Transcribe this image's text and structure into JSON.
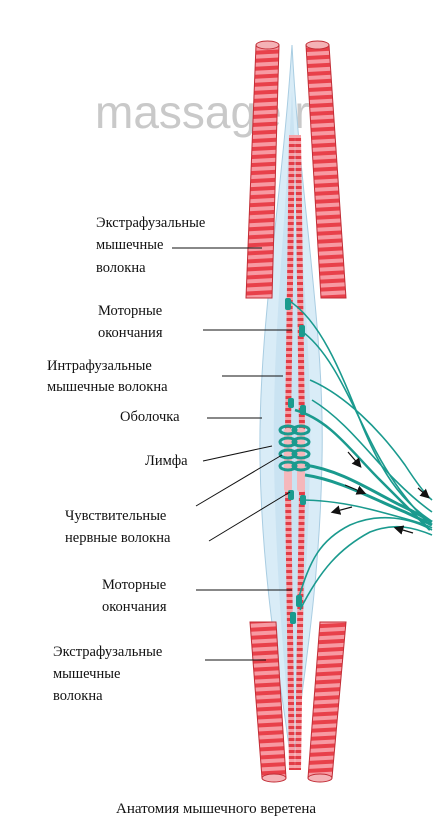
{
  "watermark": "massage.ru",
  "labels": {
    "extrafusal_top": [
      "Экстрафузальные",
      "мышечные",
      "волокна"
    ],
    "motor_endings_top": [
      "Моторные",
      "окончания"
    ],
    "intrafusal": [
      "Интрафузальные",
      "мышечные волокна"
    ],
    "capsule": "Оболочка",
    "lymph": "Лимфа",
    "sensory_fibers": [
      "Чувствительные",
      "нервные волокна"
    ],
    "motor_endings_bottom": [
      "Моторные",
      "окончания"
    ],
    "extrafusal_bottom": [
      "Экстрафузальные",
      "мышечные",
      "волокна"
    ]
  },
  "caption": "Анатомия мышечного веретена",
  "colors": {
    "muscle_red": "#e8404a",
    "muscle_light": "#f7a9ae",
    "capsule_blue": "#cfe6f3",
    "nerve_teal": "#1a9a8e",
    "arrow": "#111111"
  }
}
